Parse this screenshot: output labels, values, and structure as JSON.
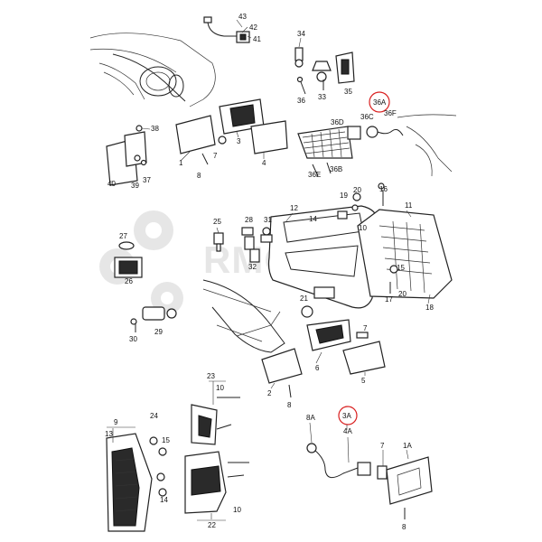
{
  "watermark": {
    "text": "RMOTORS",
    "color": "#c8c8c8"
  },
  "highlight_color": "#d92020",
  "callouts": [
    {
      "id": "c43",
      "text": "43"
    },
    {
      "id": "c42",
      "text": "42"
    },
    {
      "id": "c41",
      "text": "41"
    },
    {
      "id": "c34",
      "text": "34"
    },
    {
      "id": "c36a1",
      "text": "36"
    },
    {
      "id": "c33",
      "text": "33"
    },
    {
      "id": "c35",
      "text": "35"
    },
    {
      "id": "c36A",
      "text": "36A",
      "highlighted": true
    },
    {
      "id": "c36C",
      "text": "36C"
    },
    {
      "id": "c36F",
      "text": "36F"
    },
    {
      "id": "c36D",
      "text": "36D"
    },
    {
      "id": "c36B",
      "text": "36B"
    },
    {
      "id": "c36E",
      "text": "36E"
    },
    {
      "id": "c38",
      "text": "38"
    },
    {
      "id": "c1",
      "text": "1"
    },
    {
      "id": "c3",
      "text": "3"
    },
    {
      "id": "c7a",
      "text": "7"
    },
    {
      "id": "c4",
      "text": "4"
    },
    {
      "id": "c8a",
      "text": "8"
    },
    {
      "id": "c40",
      "text": "40"
    },
    {
      "id": "c39",
      "text": "39"
    },
    {
      "id": "c37",
      "text": "37"
    },
    {
      "id": "c16",
      "text": "16"
    },
    {
      "id": "c19",
      "text": "19"
    },
    {
      "id": "c20a",
      "text": "20"
    },
    {
      "id": "c11",
      "text": "11"
    },
    {
      "id": "c12",
      "text": "12"
    },
    {
      "id": "c14a",
      "text": "14"
    },
    {
      "id": "c10a",
      "text": "10"
    },
    {
      "id": "c15",
      "text": "15"
    },
    {
      "id": "c17",
      "text": "17"
    },
    {
      "id": "c20b",
      "text": "20"
    },
    {
      "id": "c18",
      "text": "18"
    },
    {
      "id": "c25",
      "text": "25"
    },
    {
      "id": "c28",
      "text": "28"
    },
    {
      "id": "c31",
      "text": "31"
    },
    {
      "id": "c27",
      "text": "27"
    },
    {
      "id": "c32",
      "text": "32"
    },
    {
      "id": "c26",
      "text": "26"
    },
    {
      "id": "c21",
      "text": "21"
    },
    {
      "id": "c30",
      "text": "30"
    },
    {
      "id": "c29",
      "text": "29"
    },
    {
      "id": "c7b",
      "text": "7"
    },
    {
      "id": "c6",
      "text": "6"
    },
    {
      "id": "c2",
      "text": "2"
    },
    {
      "id": "c8b",
      "text": "8"
    },
    {
      "id": "c5",
      "text": "5"
    },
    {
      "id": "c23",
      "text": "23"
    },
    {
      "id": "c10b",
      "text": "10"
    },
    {
      "id": "c9",
      "text": "9"
    },
    {
      "id": "c24",
      "text": "24"
    },
    {
      "id": "c13",
      "text": "13"
    },
    {
      "id": "c15b",
      "text": "15"
    },
    {
      "id": "c14b",
      "text": "14"
    },
    {
      "id": "c22",
      "text": "22"
    },
    {
      "id": "c10c",
      "text": "10"
    },
    {
      "id": "c8A",
      "text": "8A"
    },
    {
      "id": "c3A",
      "text": "3A",
      "highlighted": true
    },
    {
      "id": "c4A",
      "text": "4A"
    },
    {
      "id": "c7c",
      "text": "7"
    },
    {
      "id": "c1A",
      "text": "1A"
    },
    {
      "id": "c8c",
      "text": "8"
    }
  ]
}
